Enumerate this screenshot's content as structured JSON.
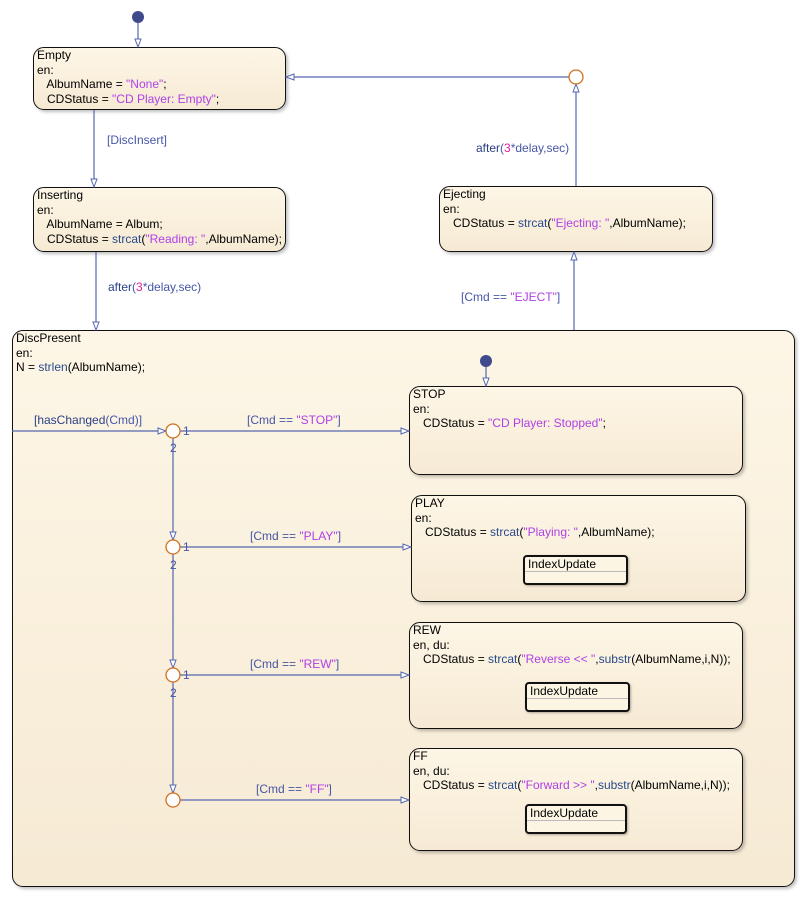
{
  "colors": {
    "wire": "#5566b0",
    "junction": "#d0701f",
    "default_dot": "#3f4a8c",
    "state_fill": "#fdf6e6"
  },
  "states": [
    {
      "id": "empty",
      "title": "Empty",
      "lines": [
        [
          [
            "en:",
            "t"
          ]
        ],
        [
          [
            "   AlbumName = ",
            "t"
          ],
          [
            "\"None\"",
            "s"
          ],
          [
            ";",
            "t"
          ]
        ],
        [
          [
            "   CDStatus = ",
            "t"
          ],
          [
            "\"CD Player: Empty\"",
            "s"
          ],
          [
            ";",
            "t"
          ]
        ]
      ]
    },
    {
      "id": "inserting",
      "title": "Inserting",
      "lines": [
        [
          [
            "en:",
            "t"
          ]
        ],
        [
          [
            "   AlbumName = Album;",
            "t"
          ]
        ],
        [
          [
            "   CDStatus = ",
            "t"
          ],
          [
            "strcat",
            "f"
          ],
          [
            "(",
            "t"
          ],
          [
            "\"Reading: \"",
            "s"
          ],
          [
            ",AlbumName);",
            "t"
          ]
        ]
      ]
    },
    {
      "id": "ejecting",
      "title": "Ejecting",
      "lines": [
        [
          [
            "en:",
            "t"
          ]
        ],
        [
          [
            "   CDStatus = ",
            "t"
          ],
          [
            "strcat",
            "f"
          ],
          [
            "(",
            "t"
          ],
          [
            "\"Ejecting: \"",
            "s"
          ],
          [
            ",AlbumName);",
            "t"
          ]
        ]
      ]
    },
    {
      "id": "discpresent",
      "title": "DiscPresent",
      "lines": [
        [
          [
            "en:",
            "t"
          ]
        ],
        [
          [
            "N = ",
            "t"
          ],
          [
            "strlen",
            "f"
          ],
          [
            "(AlbumName);",
            "t"
          ]
        ]
      ]
    },
    {
      "id": "stop",
      "title": "STOP",
      "lines": [
        [
          [
            "en:",
            "t"
          ]
        ],
        [
          [
            "   CDStatus = ",
            "t"
          ],
          [
            "\"CD Player: Stopped\"",
            "s"
          ],
          [
            ";",
            "t"
          ]
        ]
      ]
    },
    {
      "id": "play",
      "title": "PLAY",
      "lines": [
        [
          [
            "en:",
            "t"
          ]
        ],
        [
          [
            "   CDStatus = ",
            "t"
          ],
          [
            "strcat",
            "f"
          ],
          [
            "(",
            "t"
          ],
          [
            "\"Playing: \"",
            "s"
          ],
          [
            ",AlbumName);",
            "t"
          ]
        ]
      ],
      "sub": "IndexUpdate"
    },
    {
      "id": "rew",
      "title": "REW",
      "lines": [
        [
          [
            "en, du:",
            "t"
          ]
        ],
        [
          [
            "   CDStatus = ",
            "t"
          ],
          [
            "strcat",
            "f"
          ],
          [
            "(",
            "t"
          ],
          [
            "\"Reverse << \"",
            "s"
          ],
          [
            ",",
            "t"
          ],
          [
            "substr",
            "f"
          ],
          [
            "(AlbumName,i,N));",
            "t"
          ]
        ]
      ],
      "sub": "IndexUpdate"
    },
    {
      "id": "ff",
      "title": "FF",
      "lines": [
        [
          [
            "en, du:",
            "t"
          ]
        ],
        [
          [
            "   CDStatus = ",
            "t"
          ],
          [
            "strcat",
            "f"
          ],
          [
            "(",
            "t"
          ],
          [
            "\"Forward >> \"",
            "s"
          ],
          [
            ",",
            "t"
          ],
          [
            "substr",
            "f"
          ],
          [
            "(AlbumName,i,N));",
            "t"
          ]
        ]
      ],
      "sub": "IndexUpdate"
    }
  ],
  "transitions": [
    {
      "id": "disc-insert",
      "label": [
        [
          "[DiscInsert]",
          "l"
        ]
      ]
    },
    {
      "id": "inserting-after",
      "label": [
        [
          "after",
          "a"
        ],
        [
          "(",
          "l"
        ],
        [
          "3",
          "n"
        ],
        [
          "*delay,sec)",
          "l"
        ]
      ]
    },
    {
      "id": "eject",
      "label": [
        [
          "[Cmd == ",
          "l"
        ],
        [
          "\"EJECT\"",
          "s"
        ],
        [
          "]",
          "l"
        ]
      ]
    },
    {
      "id": "ejecting-after",
      "label": [
        [
          "after",
          "a"
        ],
        [
          "(",
          "l"
        ],
        [
          "3",
          "n"
        ],
        [
          "*delay,sec)",
          "l"
        ]
      ]
    },
    {
      "id": "has-changed",
      "label": [
        [
          "[hasChanged",
          "a"
        ],
        [
          "(Cmd)]",
          "l"
        ]
      ]
    },
    {
      "id": "cmd-stop",
      "label": [
        [
          "[Cmd == ",
          "l"
        ],
        [
          "\"STOP\"",
          "s"
        ],
        [
          "]",
          "l"
        ]
      ]
    },
    {
      "id": "cmd-play",
      "label": [
        [
          "[Cmd == ",
          "l"
        ],
        [
          "\"PLAY\"",
          "s"
        ],
        [
          "]",
          "l"
        ]
      ]
    },
    {
      "id": "cmd-rew",
      "label": [
        [
          "[Cmd == ",
          "l"
        ],
        [
          "\"REW\"",
          "s"
        ],
        [
          "]",
          "l"
        ]
      ]
    },
    {
      "id": "cmd-ff",
      "label": [
        [
          "[Cmd == ",
          "l"
        ],
        [
          "\"FF\"",
          "s"
        ],
        [
          "]",
          "l"
        ]
      ]
    }
  ],
  "junction_labels": {
    "first": "1",
    "second": "2"
  }
}
